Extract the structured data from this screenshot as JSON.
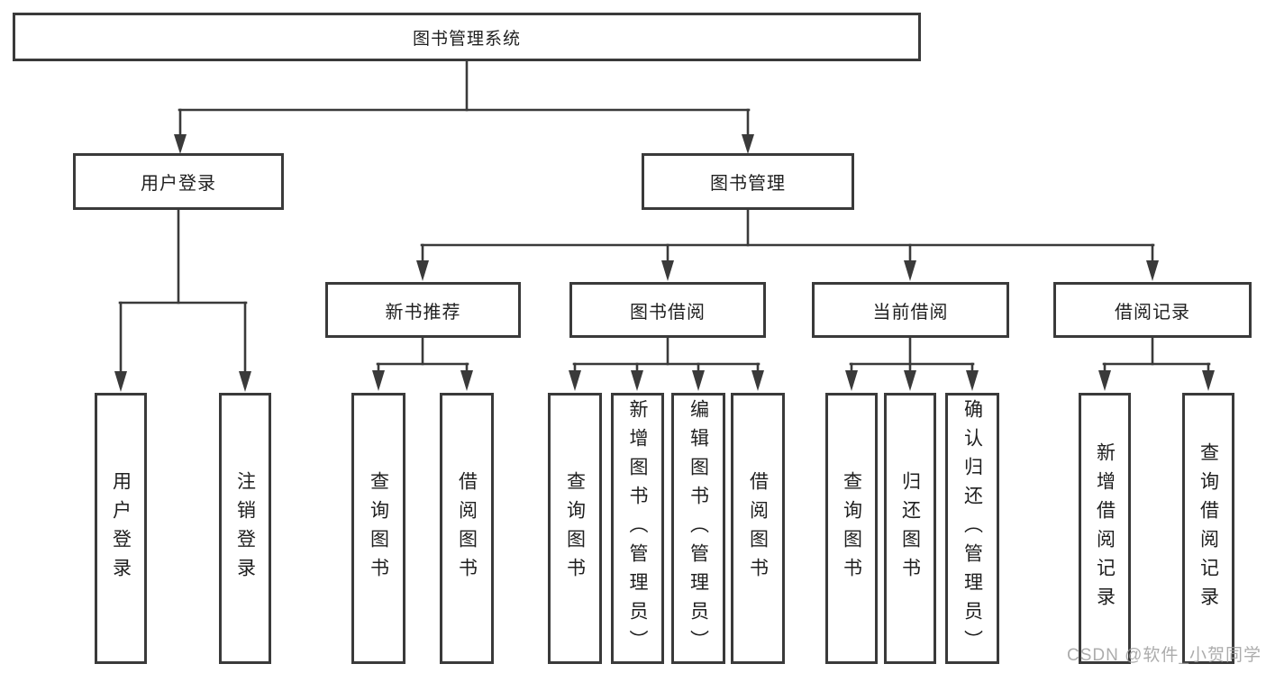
{
  "colors": {
    "line": "#3a3a3a",
    "box_border": "#3a3a3a",
    "box_fill": "#ffffff",
    "text": "#1f1f1f",
    "watermark": "#9e9e9e",
    "background": "#ffffff"
  },
  "tree": {
    "label": "图书管理系统",
    "children": [
      {
        "label": "用户登录",
        "children": [
          {
            "label": "用户登录"
          },
          {
            "label": "注销登录"
          }
        ]
      },
      {
        "label": "图书管理",
        "children": [
          {
            "label": "新书推荐",
            "children": [
              {
                "label": "查询图书"
              },
              {
                "label": "借阅图书"
              }
            ]
          },
          {
            "label": "图书借阅",
            "children": [
              {
                "label": "查询图书"
              },
              {
                "label": "新增图书（管理员）"
              },
              {
                "label": "编辑图书（管理员）"
              },
              {
                "label": "借阅图书"
              }
            ]
          },
          {
            "label": "当前借阅",
            "children": [
              {
                "label": "查询图书"
              },
              {
                "label": "归还图书"
              },
              {
                "label": "确认归还（管理员）"
              }
            ]
          },
          {
            "label": "借阅记录",
            "children": [
              {
                "label": "新增借阅记录"
              },
              {
                "label": "查询借阅记录"
              }
            ]
          }
        ]
      }
    ]
  },
  "watermark": {
    "text": "CSDN @软件_小贺同学"
  }
}
